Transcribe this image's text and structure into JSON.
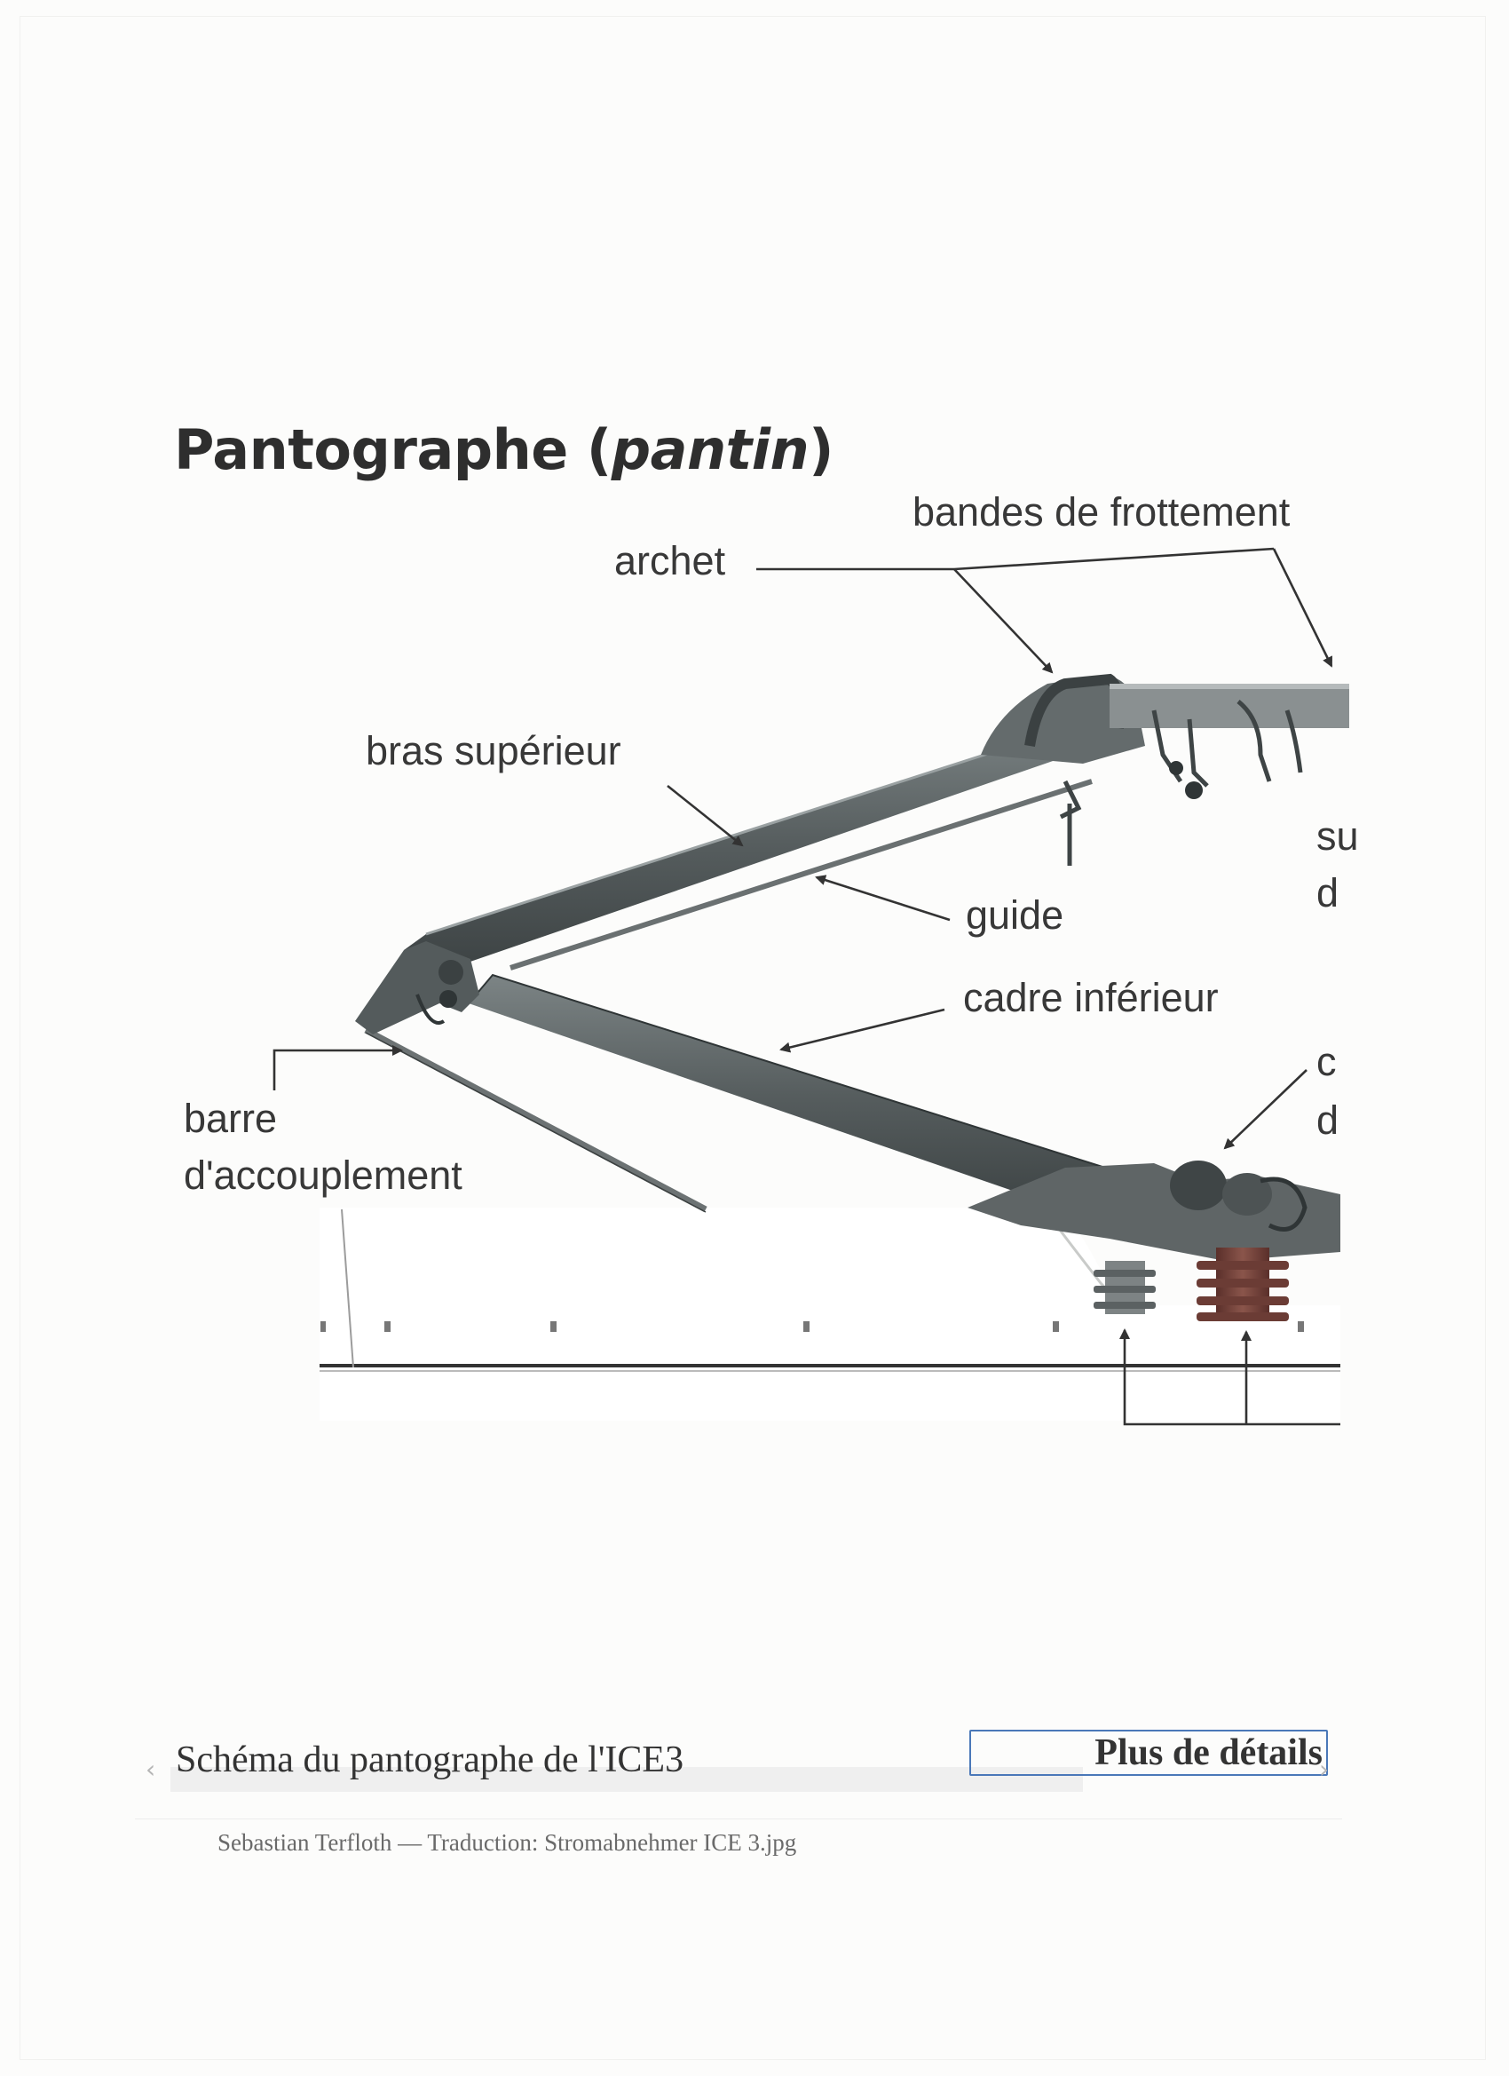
{
  "figure": {
    "title_prefix": "Pantographe (",
    "title_italic": "pantin",
    "title_suffix": ")",
    "labels": {
      "bandes_de_frottement": "bandes de frottement",
      "archet": "archet",
      "bras_superieur": "bras supérieur",
      "guide": "guide",
      "cadre_inferieur": "cadre inférieur",
      "barre_line1": "barre",
      "barre_line2": "d'accouplement",
      "cut_su_1": "su",
      "cut_su_2": "d",
      "cut_co_1": "c",
      "cut_co_2": "d"
    }
  },
  "carousel": {
    "caption": "Schéma du pantographe de l'ICE3",
    "details_button": "Plus de détails",
    "prev_arrow": "‹",
    "next_arrow": "›"
  },
  "credit": "Sebastian Terfloth — Traduction: Stromabnehmer ICE 3.jpg",
  "colors": {
    "frame": "#5e6566",
    "frame_dark": "#3f4647",
    "insulator": "#6e3f38",
    "label": "#383838"
  }
}
